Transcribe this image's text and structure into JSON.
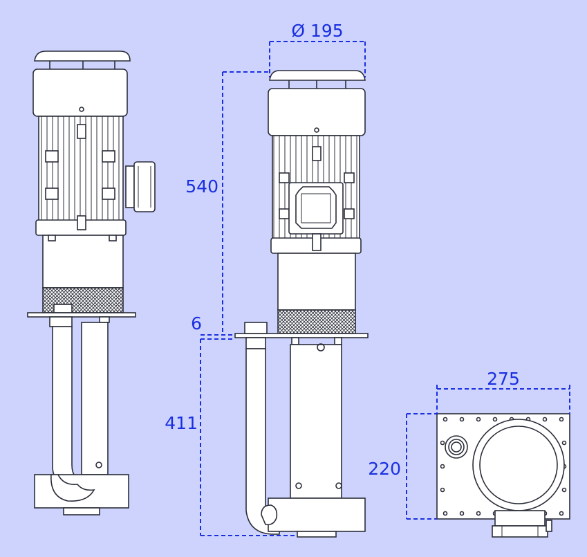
{
  "colors": {
    "background": "#cdd3fd",
    "dimension": "#1a2fe0",
    "outline": "#2a2d38",
    "body": "#ffffff"
  },
  "dimensions": {
    "fan_diameter": "Ø 195",
    "total_height": "540",
    "flange_thickness": "6",
    "immersion_depth": "411",
    "base_width": "275",
    "base_depth": "220"
  },
  "views": [
    "side-view",
    "front-view",
    "top-view"
  ]
}
